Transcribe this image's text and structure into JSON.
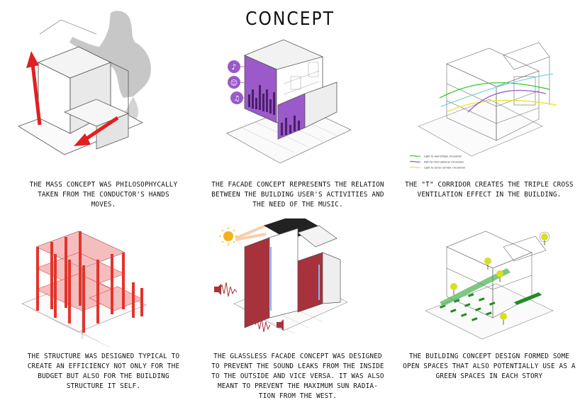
{
  "title": "CONCEPT",
  "panels": [
    {
      "id": "mass",
      "caption_lines": [
        "THE MASS CONCEPT WAS PHILOSOPHYCALLY",
        "TAKEN FROM THE CONDUCTOR'S HANDS",
        "MOVES."
      ]
    },
    {
      "id": "facade",
      "caption_lines": [
        "THE FACADE CONCEPT REPRESENTS THE RELATION",
        "BETWEEN THE BUILDING USER'S ACTIVITIES AND",
        "THE NEED OF THE MUSIC."
      ]
    },
    {
      "id": "corridor",
      "caption_lines": [
        "THE \"T\" CORRIDOR CREATES THE TRIPLE CROSS",
        "VENTILATION EFFECT IN THE BUILDING."
      ],
      "legend": [
        "Light to wall bridge circulation",
        "Path to third optional circulation",
        "Light to zone/ corridor circulation"
      ]
    },
    {
      "id": "structure",
      "caption_lines": [
        "THE STRUCTURE WAS DESIGNED TYPICAL TO",
        "CREATE AN EFFICIENCY NOT ONLY FOR THE",
        "BUDGET BUT ALSO FOR THE BUILDING",
        "STRUCTURE IT SELF."
      ]
    },
    {
      "id": "glassless",
      "caption_lines": [
        "THE GLASSLESS FACADE CONCEPT WAS DESIGNED",
        "TO PREVENT THE SOUND LEAKS FROM THE INSIDE",
        "TO THE OUTSIDE AND VICE VERSA. IT WAS ALSO",
        "MEANT TO PREVENT THE MAXIMUM SUN RADIA-",
        "TION FROM THE WEST."
      ]
    },
    {
      "id": "green",
      "caption_lines": [
        "THE BUILDING CONCEPT DESIGN FORMED SOME",
        "OPEN SPACES THAT ALSO POTENTIALLY USE AS A",
        "GREEN SPACES IN EACH STORY"
      ]
    }
  ],
  "colors": {
    "line": "#555555",
    "arrow_red": "#e02020",
    "facade_purple": "#9b59c9",
    "structure_red": "#e5332a",
    "wall_maroon": "#a8323c",
    "green": "#1f8f1f",
    "sun": "#f2b21b"
  }
}
